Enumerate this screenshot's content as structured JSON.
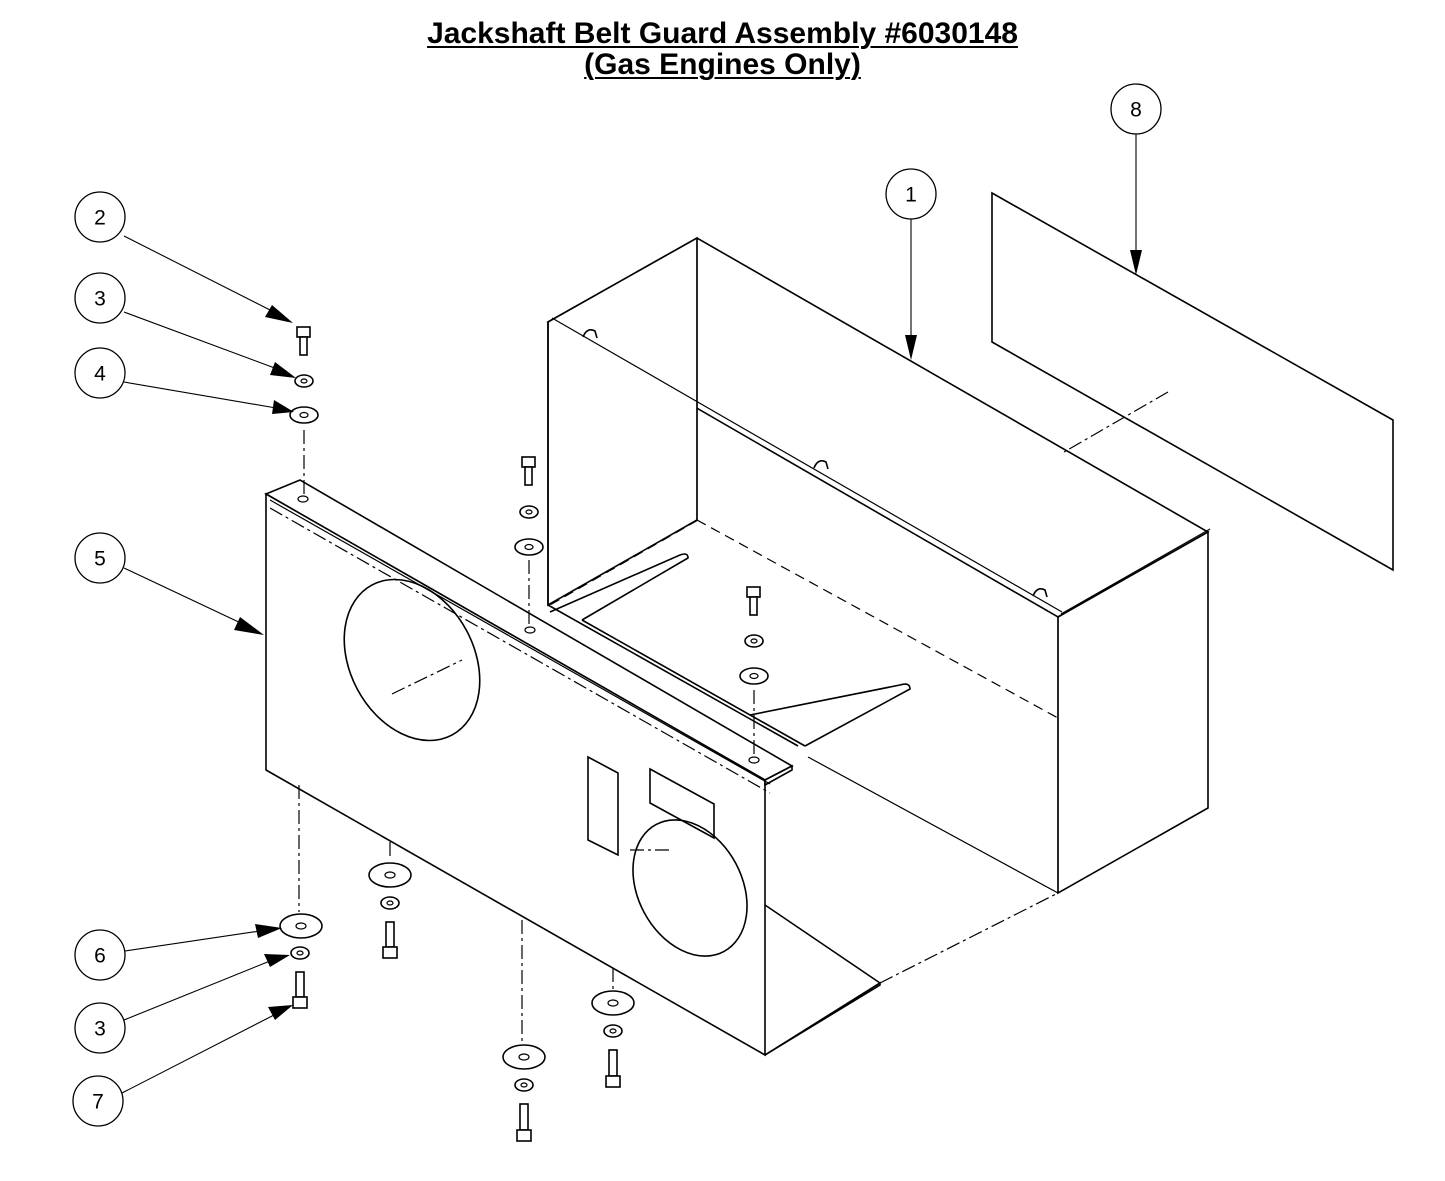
{
  "title": {
    "line1": "Jackshaft Belt Guard Assembly #6030148",
    "line2": "(Gas Engines Only)"
  },
  "callouts": [
    {
      "id": "c8",
      "label": "8"
    },
    {
      "id": "c1",
      "label": "1"
    },
    {
      "id": "c2",
      "label": "2"
    },
    {
      "id": "c3a",
      "label": "3"
    },
    {
      "id": "c4",
      "label": "4"
    },
    {
      "id": "c5",
      "label": "5"
    },
    {
      "id": "c6",
      "label": "6"
    },
    {
      "id": "c3b",
      "label": "3"
    },
    {
      "id": "c7",
      "label": "7"
    }
  ]
}
